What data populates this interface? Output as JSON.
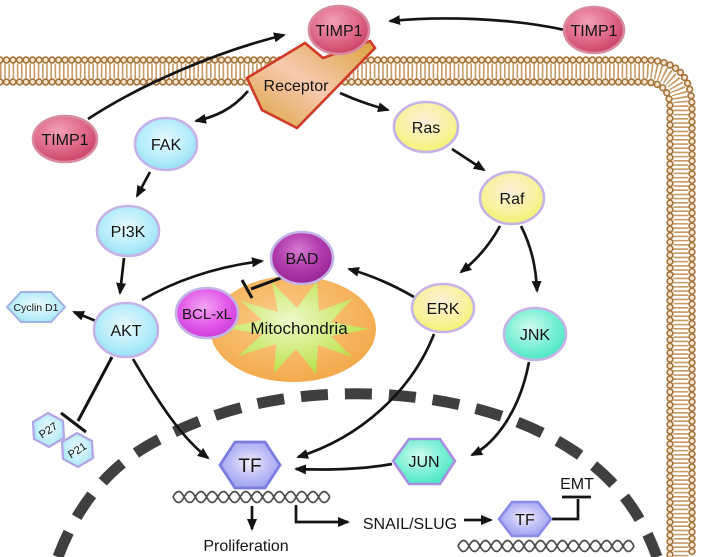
{
  "nodes": {
    "timp1_left": "TIMP1",
    "timp1_top": "TIMP1",
    "timp1_right": "TIMP1",
    "receptor": "Receptor",
    "fak": "FAK",
    "pi3k": "PI3K",
    "akt": "AKT",
    "cyclin_d1": "Cyclin D1",
    "p27": "P27",
    "p21": "P21",
    "ras": "Ras",
    "raf": "Raf",
    "erk": "ERK",
    "jnk": "JNK",
    "bad": "BAD",
    "bcl_xl": "BCL-xL",
    "mitochondria": "Mitochondria",
    "jun": "JUN",
    "tf_nucleus": "TF",
    "tf_emt": "TF"
  },
  "labels": {
    "proliferation": "Proliferation",
    "snail_slug": "SNAIL/SLUG",
    "emt": "EMT"
  },
  "interactions": [
    {
      "source": "TIMP1",
      "target": "Receptor",
      "effect": "binds"
    },
    {
      "source": "Receptor",
      "target": "FAK",
      "effect": "activates"
    },
    {
      "source": "Receptor",
      "target": "Ras",
      "effect": "activates"
    },
    {
      "source": "FAK",
      "target": "PI3K",
      "effect": "activates"
    },
    {
      "source": "PI3K",
      "target": "AKT",
      "effect": "activates"
    },
    {
      "source": "AKT",
      "target": "Cyclin D1",
      "effect": "activates"
    },
    {
      "source": "AKT",
      "target": "P27/P21",
      "effect": "inhibits"
    },
    {
      "source": "AKT",
      "target": "BAD",
      "effect": "activates"
    },
    {
      "source": "AKT",
      "target": "TF",
      "effect": "activates"
    },
    {
      "source": "Ras",
      "target": "Raf",
      "effect": "activates"
    },
    {
      "source": "Raf",
      "target": "ERK",
      "effect": "activates"
    },
    {
      "source": "Raf",
      "target": "JNK",
      "effect": "activates"
    },
    {
      "source": "ERK",
      "target": "BAD",
      "effect": "activates"
    },
    {
      "source": "BAD",
      "target": "BCL-xL / Mitochondria",
      "effect": "inhibits"
    },
    {
      "source": "ERK",
      "target": "TF",
      "effect": "activates"
    },
    {
      "source": "JNK",
      "target": "JUN",
      "effect": "activates"
    },
    {
      "source": "JUN",
      "target": "TF",
      "effect": "activates"
    },
    {
      "source": "TF",
      "target": "Proliferation",
      "effect": "induces"
    },
    {
      "source": "TF",
      "target": "SNAIL/SLUG",
      "effect": "induces"
    },
    {
      "source": "SNAIL/SLUG",
      "target": "TF",
      "effect": "activates"
    },
    {
      "source": "TF",
      "target": "EMT",
      "effect": "inhibition-bar"
    }
  ],
  "colors": {
    "membrane_tick": "#c79a63",
    "membrane_bead_outline": "#a5743c",
    "membrane_bead_fill": "#f7e5cf",
    "nucleus_dash": "#3f3f3f",
    "arrow": "#141414",
    "timp1_pink": "#c93b60",
    "kinase_blue": "#7fd9f5",
    "kinase_yellow": "#f1f154",
    "teal": "#35e3bd",
    "bad_purple": "#8d1b8d",
    "bcl_magenta": "#c32cd4",
    "tf_periwinkle": "#8f92ee",
    "mitochondria_orange": "#f2a441",
    "star_green": "#abdc33",
    "receptor_border": "#d03a28",
    "node_border_lavender": "#c5b3e8"
  }
}
